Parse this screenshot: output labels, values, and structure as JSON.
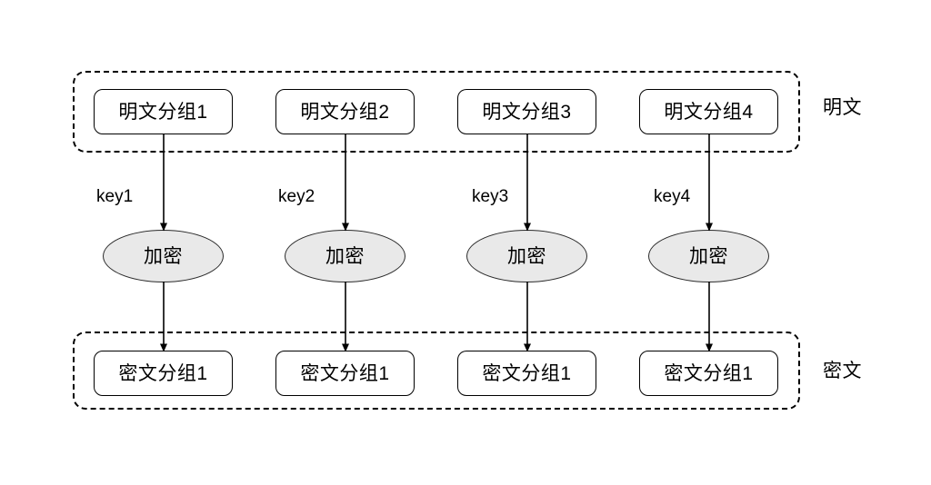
{
  "diagram": {
    "title": "ECB block cipher mode diagram",
    "background_color": "#ffffff",
    "line_color": "#000000",
    "ellipse_fill_color": "#e9e9e9"
  },
  "groups": [
    {
      "id": "plaintext",
      "label": "明文",
      "style": "dashed"
    },
    {
      "id": "ciphertext",
      "label": "密文",
      "style": "dashed"
    }
  ],
  "plaintext_blocks": [
    {
      "label": "明文分组1"
    },
    {
      "label": "明文分组2"
    },
    {
      "label": "明文分组3"
    },
    {
      "label": "明文分组4"
    }
  ],
  "keys": [
    {
      "label": "key1"
    },
    {
      "label": "key2"
    },
    {
      "label": "key3"
    },
    {
      "label": "key4"
    }
  ],
  "encrypt_nodes": [
    {
      "label": "加密"
    },
    {
      "label": "加密"
    },
    {
      "label": "加密"
    },
    {
      "label": "加密"
    }
  ],
  "ciphertext_blocks": [
    {
      "label": "密文分组1"
    },
    {
      "label": "密文分组1"
    },
    {
      "label": "密文分组1"
    },
    {
      "label": "密文分组1"
    }
  ],
  "arrows": {
    "plain_to_encrypt_count": 4,
    "encrypt_to_cipher_count": 4,
    "head_style": "filled-triangle"
  }
}
